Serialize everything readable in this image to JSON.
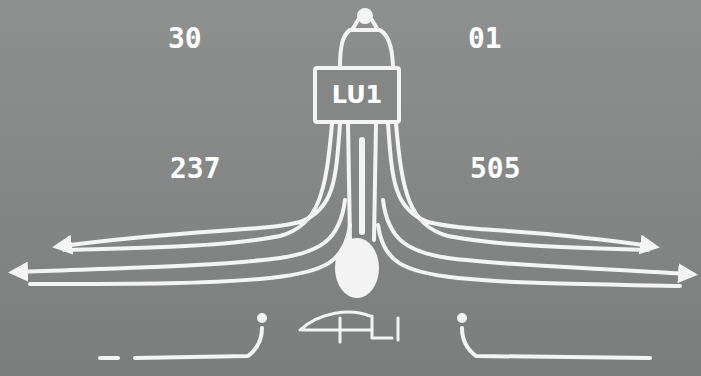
{
  "diagram": {
    "nodes": [
      {
        "text": [
          "LU1"
        ]
      }
    ],
    "labels": [
      "30",
      "01",
      "237",
      "505"
    ]
  }
}
